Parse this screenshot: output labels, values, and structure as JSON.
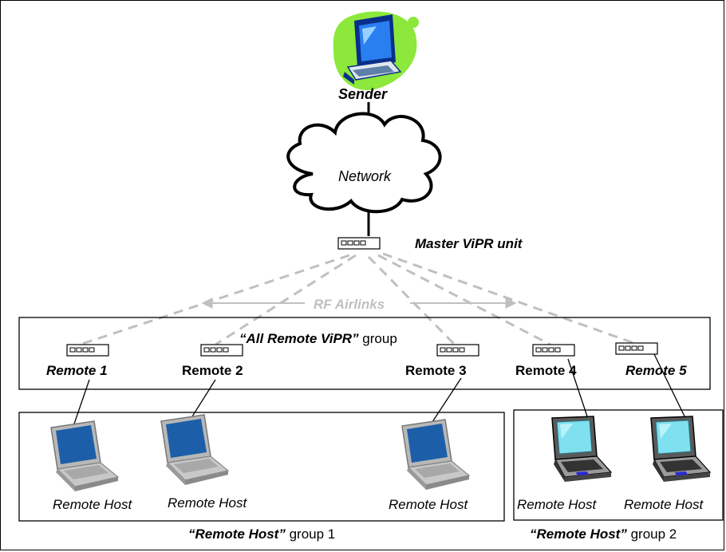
{
  "sender": {
    "label": "Sender",
    "icon": "desktop-computer-icon"
  },
  "network": {
    "label": "Network",
    "icon": "cloud-icon"
  },
  "master": {
    "label": "Master ViPR unit",
    "icon": "router-icon"
  },
  "rf_airlinks": {
    "label": "RF Airlinks"
  },
  "remote_group": {
    "quote": "“All Remote  ViPR”",
    "suffix": " group"
  },
  "remotes": [
    {
      "label": "Remote 1"
    },
    {
      "label": "Remote 2"
    },
    {
      "label": "Remote 3"
    },
    {
      "label": "Remote 4"
    },
    {
      "label": "Remote 5"
    }
  ],
  "hosts": [
    {
      "label": "Remote Host",
      "icon": "laptop-icon"
    },
    {
      "label": "Remote Host",
      "icon": "laptop-icon"
    },
    {
      "label": "Remote Host",
      "icon": "laptop-icon"
    },
    {
      "label": "Remote Host",
      "icon": "laptop-icon"
    },
    {
      "label": "Remote Host",
      "icon": "laptop-icon"
    }
  ],
  "host_group_1": {
    "quote": "“Remote Host”",
    "suffix": " group 1"
  },
  "host_group_2": {
    "quote": "“Remote Host”",
    "suffix": " group 2"
  },
  "colors": {
    "blob": "#8ce83a",
    "screen": "#1c5fa8",
    "dashed": "#c0c0c0",
    "stroke": "#000000"
  }
}
